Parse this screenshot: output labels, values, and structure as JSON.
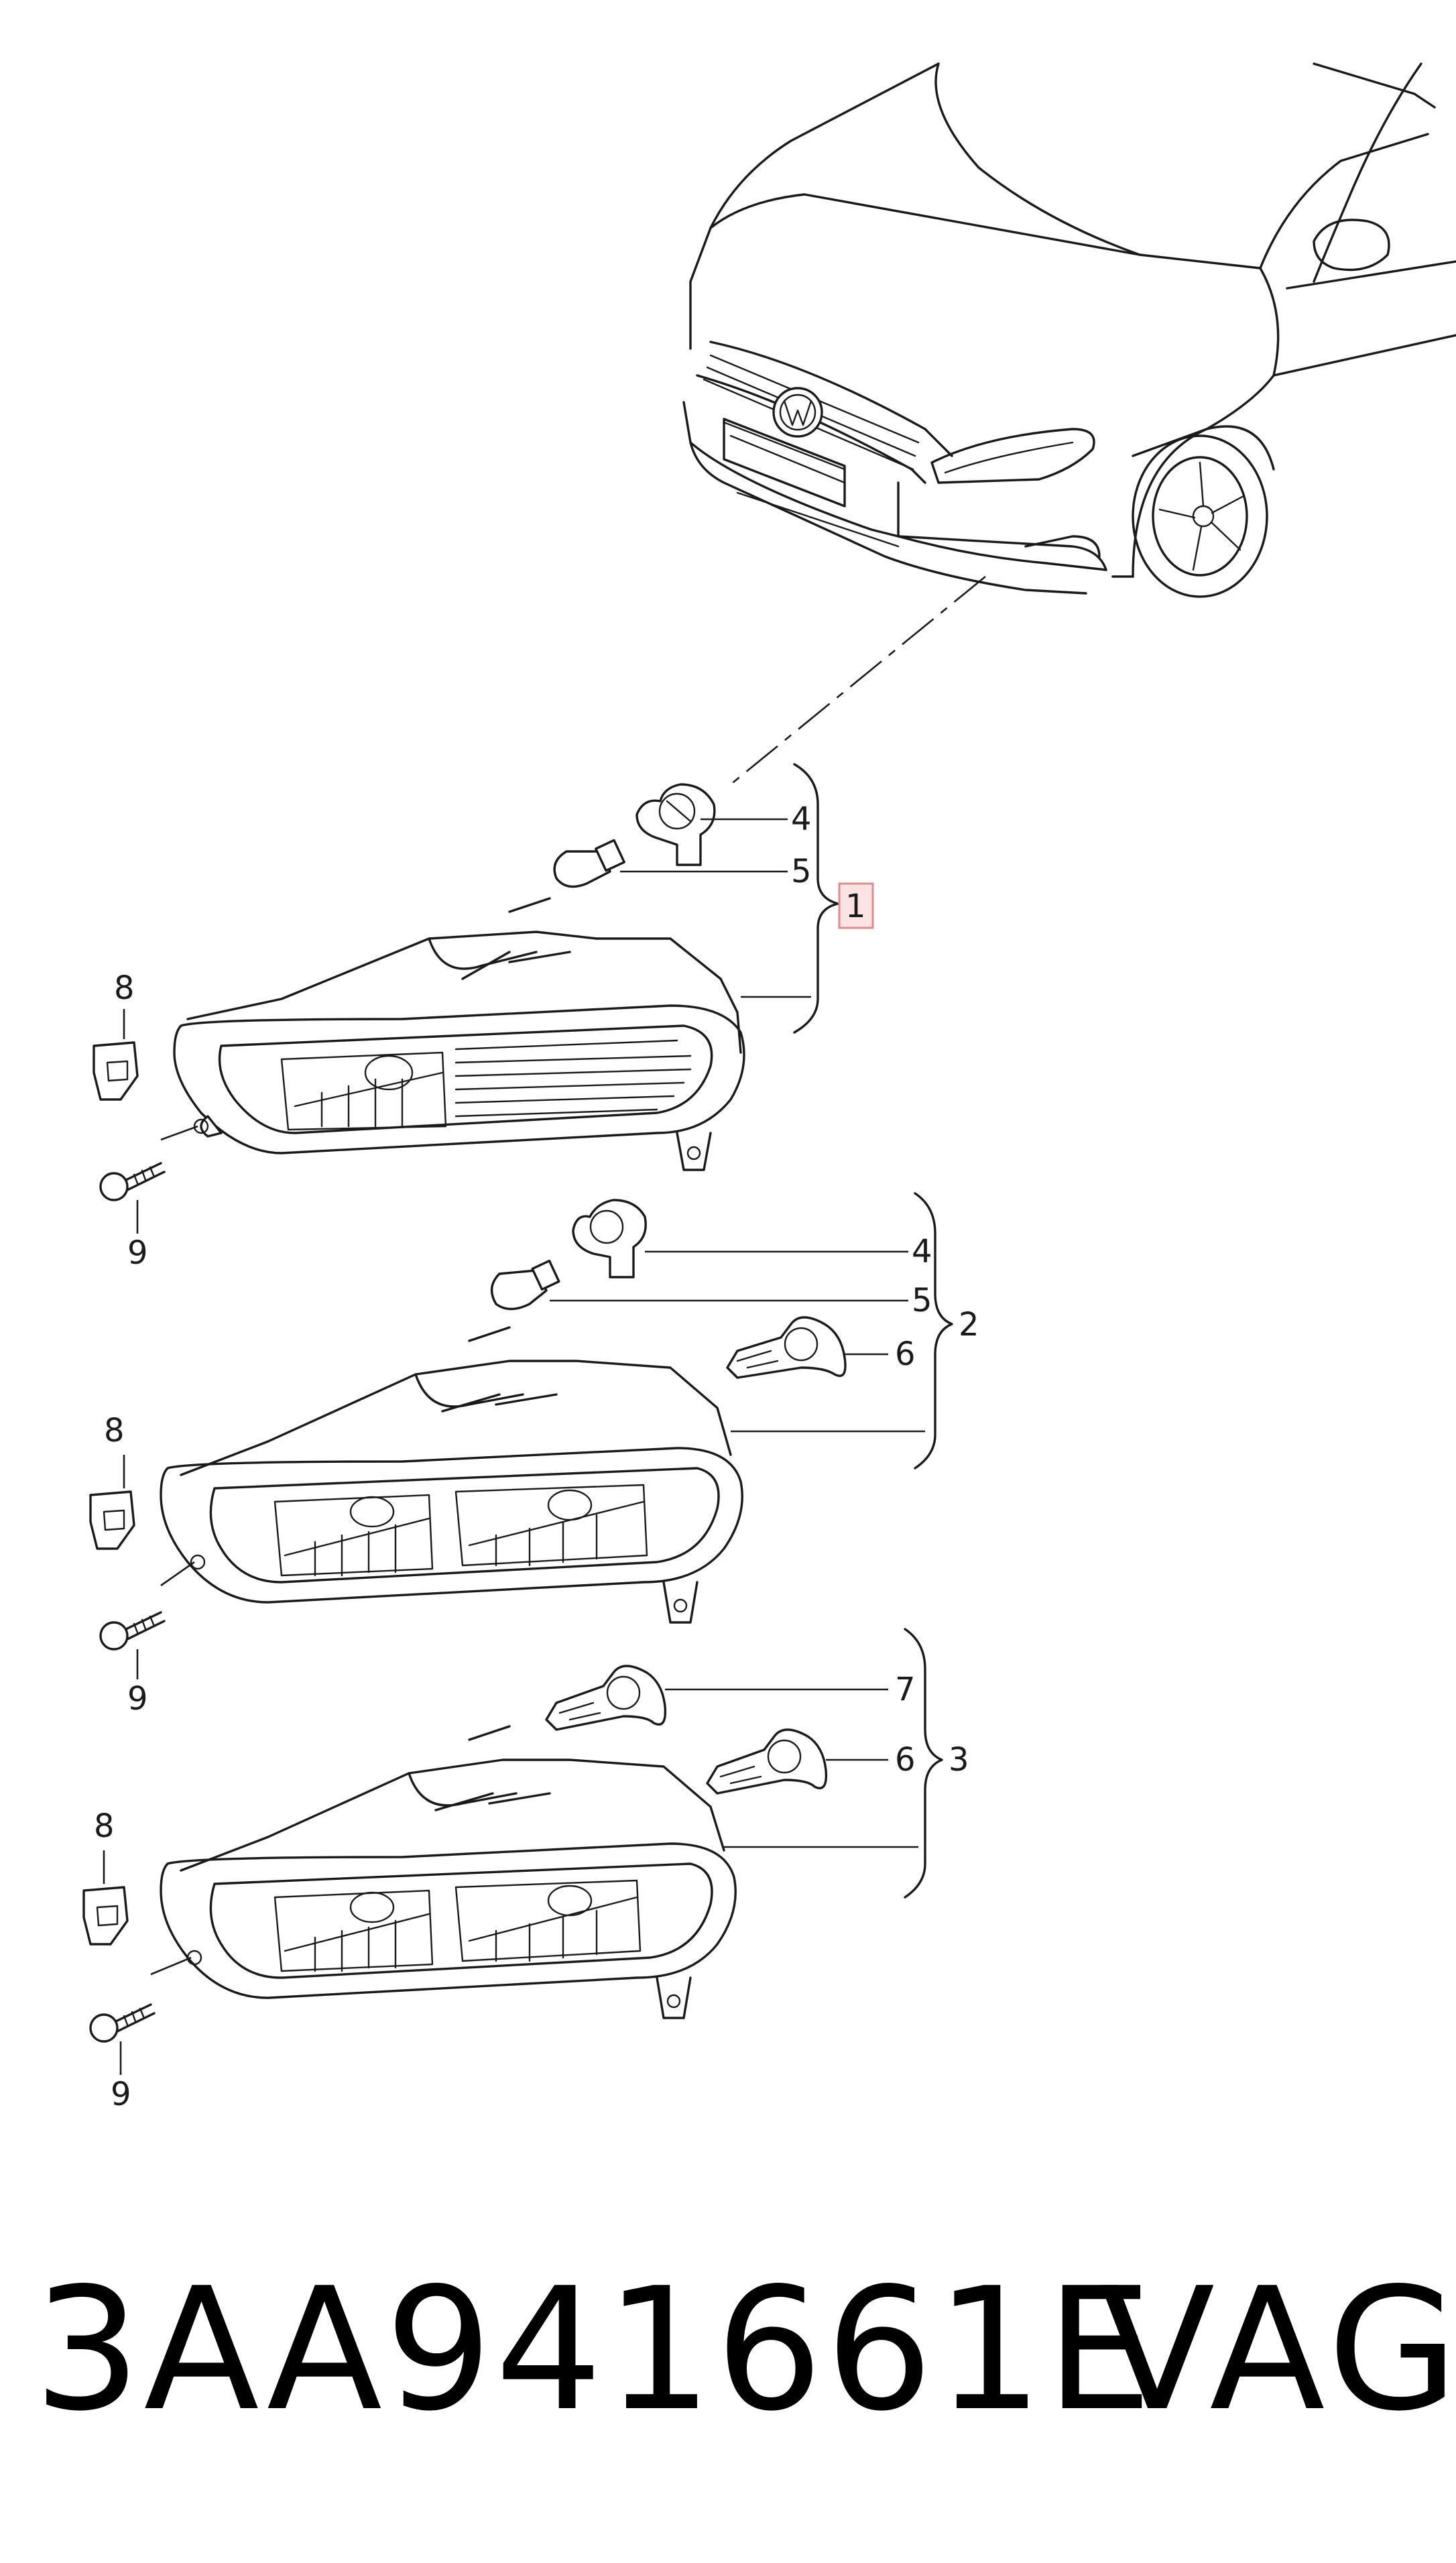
{
  "callouts": {
    "item1": "1",
    "item2": "2",
    "item3": "3",
    "item4": "4",
    "item5": "5",
    "item6": "6",
    "item7": "7",
    "item8": "8",
    "item9": "9"
  },
  "part_number": "3AA941661E",
  "brand": "VAG",
  "colors": {
    "line": "#1a1a1a",
    "highlight_fill": "#fde3e3",
    "highlight_stroke": "#e08a8a"
  }
}
